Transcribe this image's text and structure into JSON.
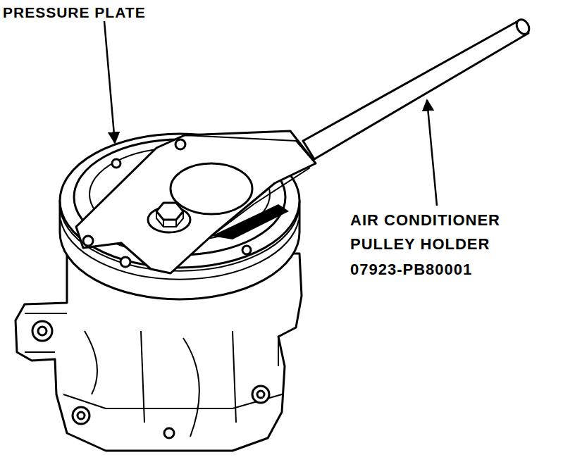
{
  "diagram": {
    "labels": [
      "PRESSURE PLATE",
      "AIR CONDITIONER PULLEY HOLDER",
      "07923-PB80001"
    ]
  }
}
